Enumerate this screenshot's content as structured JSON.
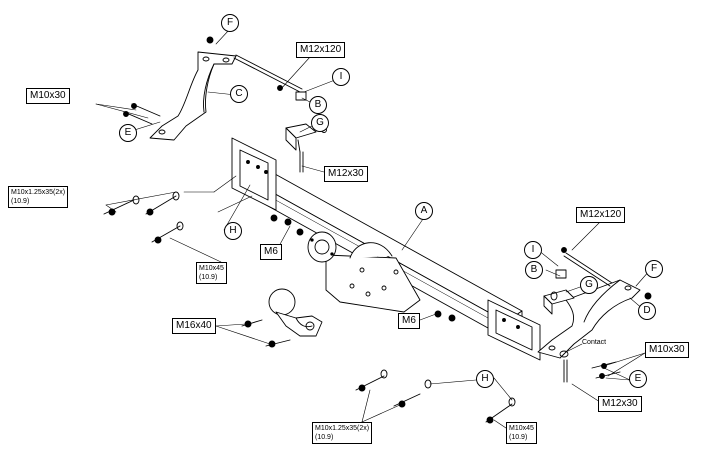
{
  "letters": {
    "F_top": "F",
    "C": "C",
    "E_left": "E",
    "I_top": "I",
    "B_top": "B",
    "G_top": "G",
    "H_left": "H",
    "A": "A",
    "I_right": "I",
    "B_right": "B",
    "G_right": "G",
    "F_right": "F",
    "D": "D",
    "E_right": "E",
    "H_bottom": "H"
  },
  "labels": {
    "m12x120_top": "M12x120",
    "m10x30_left": "M10x30",
    "m12x30_top": "M12x30",
    "m10_bolt_top": "M10x1.25x35(2x)\n(10.9)",
    "m6_left": "M6",
    "m10x45_left": "M10x45\n(10.9)",
    "m12x120_right": "M12x120",
    "m16x40": "M16x40",
    "m6_right": "M6",
    "m10x30_right": "M10x30",
    "m12x30_right": "M12x30",
    "m10_bolt_bottom": "M10x1.25x35(2x)\n(10.9)",
    "m10x45_right": "M10x45\n(10.9)"
  },
  "notes": {
    "contact": "Contact"
  }
}
